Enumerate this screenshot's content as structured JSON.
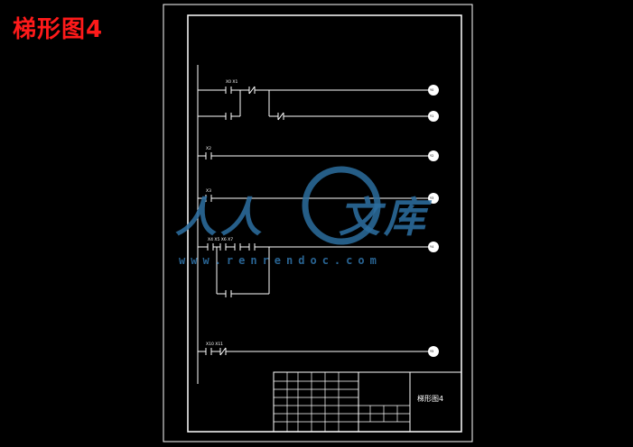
{
  "page": {
    "heading": "梯形图4"
  },
  "watermark": {
    "site": "www.renrendoc.com",
    "cn_left": "人人",
    "cn_right": "文库"
  },
  "diagram": {
    "rungs": [
      {
        "label": "X0 X1",
        "outputs": [
          "Y0",
          "Y1"
        ]
      },
      {
        "label": "X2",
        "outputs": [
          "Y2"
        ]
      },
      {
        "label": "X3",
        "outputs": [
          "Y3"
        ]
      },
      {
        "label": "X4 X5 X6 X7",
        "outputs": [
          "Y4"
        ]
      },
      {
        "label": "X10 X11",
        "outputs": [
          "Y5"
        ]
      }
    ],
    "title_block": {
      "name": "梯形图4"
    }
  }
}
